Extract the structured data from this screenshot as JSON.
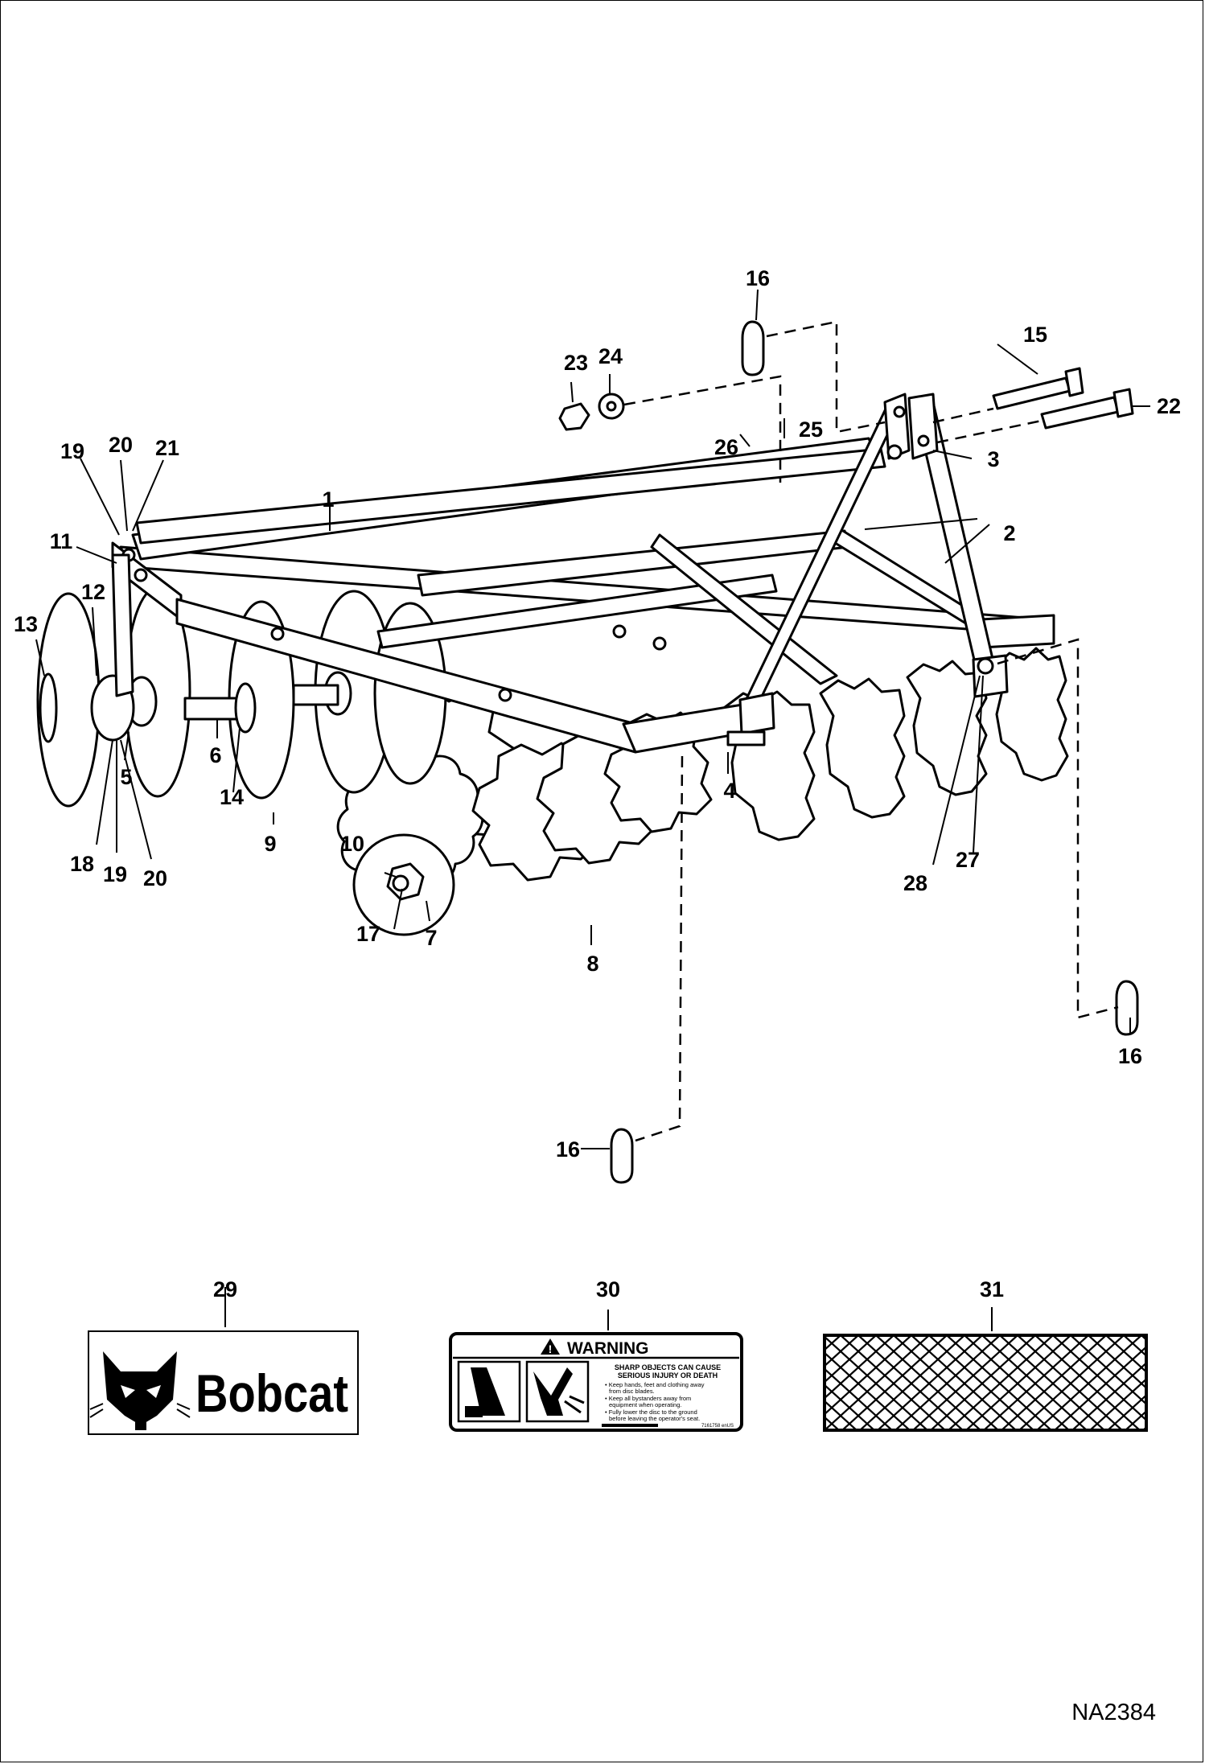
{
  "callouts": [
    {
      "id": "c1",
      "label": "1"
    },
    {
      "id": "c2",
      "label": "2"
    },
    {
      "id": "c3",
      "label": "3"
    },
    {
      "id": "c4",
      "label": "4"
    },
    {
      "id": "c5",
      "label": "5"
    },
    {
      "id": "c6",
      "label": "6"
    },
    {
      "id": "c7",
      "label": "7"
    },
    {
      "id": "c8",
      "label": "8"
    },
    {
      "id": "c9",
      "label": "9"
    },
    {
      "id": "c10",
      "label": "10"
    },
    {
      "id": "c11",
      "label": "11"
    },
    {
      "id": "c12",
      "label": "12"
    },
    {
      "id": "c13",
      "label": "13"
    },
    {
      "id": "c14",
      "label": "14"
    },
    {
      "id": "c15",
      "label": "15"
    },
    {
      "id": "c16a",
      "label": "16"
    },
    {
      "id": "c16b",
      "label": "16"
    },
    {
      "id": "c16c",
      "label": "16"
    },
    {
      "id": "c17",
      "label": "17"
    },
    {
      "id": "c18",
      "label": "18"
    },
    {
      "id": "c19a",
      "label": "19"
    },
    {
      "id": "c19b",
      "label": "19"
    },
    {
      "id": "c20a",
      "label": "20"
    },
    {
      "id": "c20b",
      "label": "20"
    },
    {
      "id": "c21",
      "label": "21"
    },
    {
      "id": "c22",
      "label": "22"
    },
    {
      "id": "c23",
      "label": "23"
    },
    {
      "id": "c24",
      "label": "24"
    },
    {
      "id": "c25",
      "label": "25"
    },
    {
      "id": "c26",
      "label": "26"
    },
    {
      "id": "c27",
      "label": "27"
    },
    {
      "id": "c28",
      "label": "28"
    },
    {
      "id": "c29",
      "label": "29"
    },
    {
      "id": "c30",
      "label": "30"
    },
    {
      "id": "c31",
      "label": "31"
    }
  ],
  "figure_id": "NA2384",
  "decals": {
    "bobcat": {
      "brand": "Bobcat"
    },
    "warning": {
      "header": "WARNING",
      "headline1": "SHARP OBJECTS CAN CAUSE",
      "headline2": "SERIOUS INJURY OR DEATH",
      "bullet1a": "• Keep hands, feet and clothing away",
      "bullet1b": "from disc blades.",
      "bullet2a": "• Keep all bystanders away from",
      "bullet2b": "equipment when operating.",
      "bullet3a": "• Fully lower the disc to the ground",
      "bullet3b": "before leaving the operator's seat.",
      "part_no": "7161758 enUS"
    }
  },
  "colors": {
    "line": "#000000",
    "background": "#ffffff"
  }
}
